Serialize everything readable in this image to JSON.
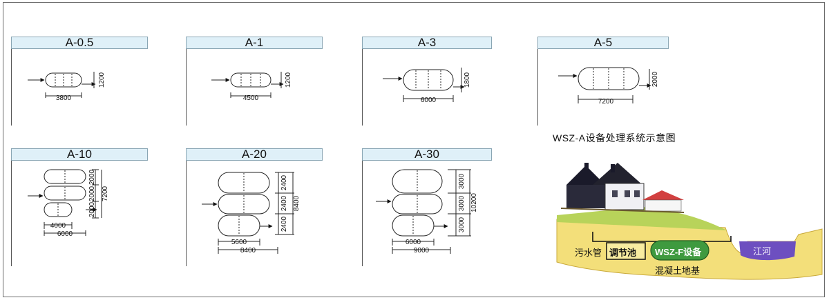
{
  "models": [
    {
      "name": "A-0.5",
      "length": "3800",
      "height": "1200"
    },
    {
      "name": "A-1",
      "length": "4500",
      "height": "1200"
    },
    {
      "name": "A-3",
      "length": "6000",
      "height": "1800"
    },
    {
      "name": "A-5",
      "length": "7200",
      "height": "2000"
    },
    {
      "name": "A-10",
      "inner_length": "4000",
      "length": "6000",
      "heights": [
        "2000",
        "2000",
        "2000"
      ],
      "total_height": "7200"
    },
    {
      "name": "A-20",
      "inner_length": "5600",
      "length": "8400",
      "heights": [
        "2400",
        "2400",
        "2400"
      ],
      "total_height": "8400"
    },
    {
      "name": "A-30",
      "inner_length": "6000",
      "length": "9000",
      "heights": [
        "3000",
        "3000",
        "3000"
      ],
      "total_height": "10200"
    }
  ],
  "scheme": {
    "title": "WSZ-A设备处理系统示意图",
    "sewer_pipe": "污水管",
    "regulating_tank": "调节池",
    "equipment": "WSZ-F设备",
    "river": "江河",
    "foundation": "混凝土地基"
  },
  "colors": {
    "header_fill": "#dff0f8",
    "ground": "#f3df7a",
    "grass": "#b8d35a",
    "equipment": "#3f9a3f",
    "river": "#6d4fc0"
  }
}
